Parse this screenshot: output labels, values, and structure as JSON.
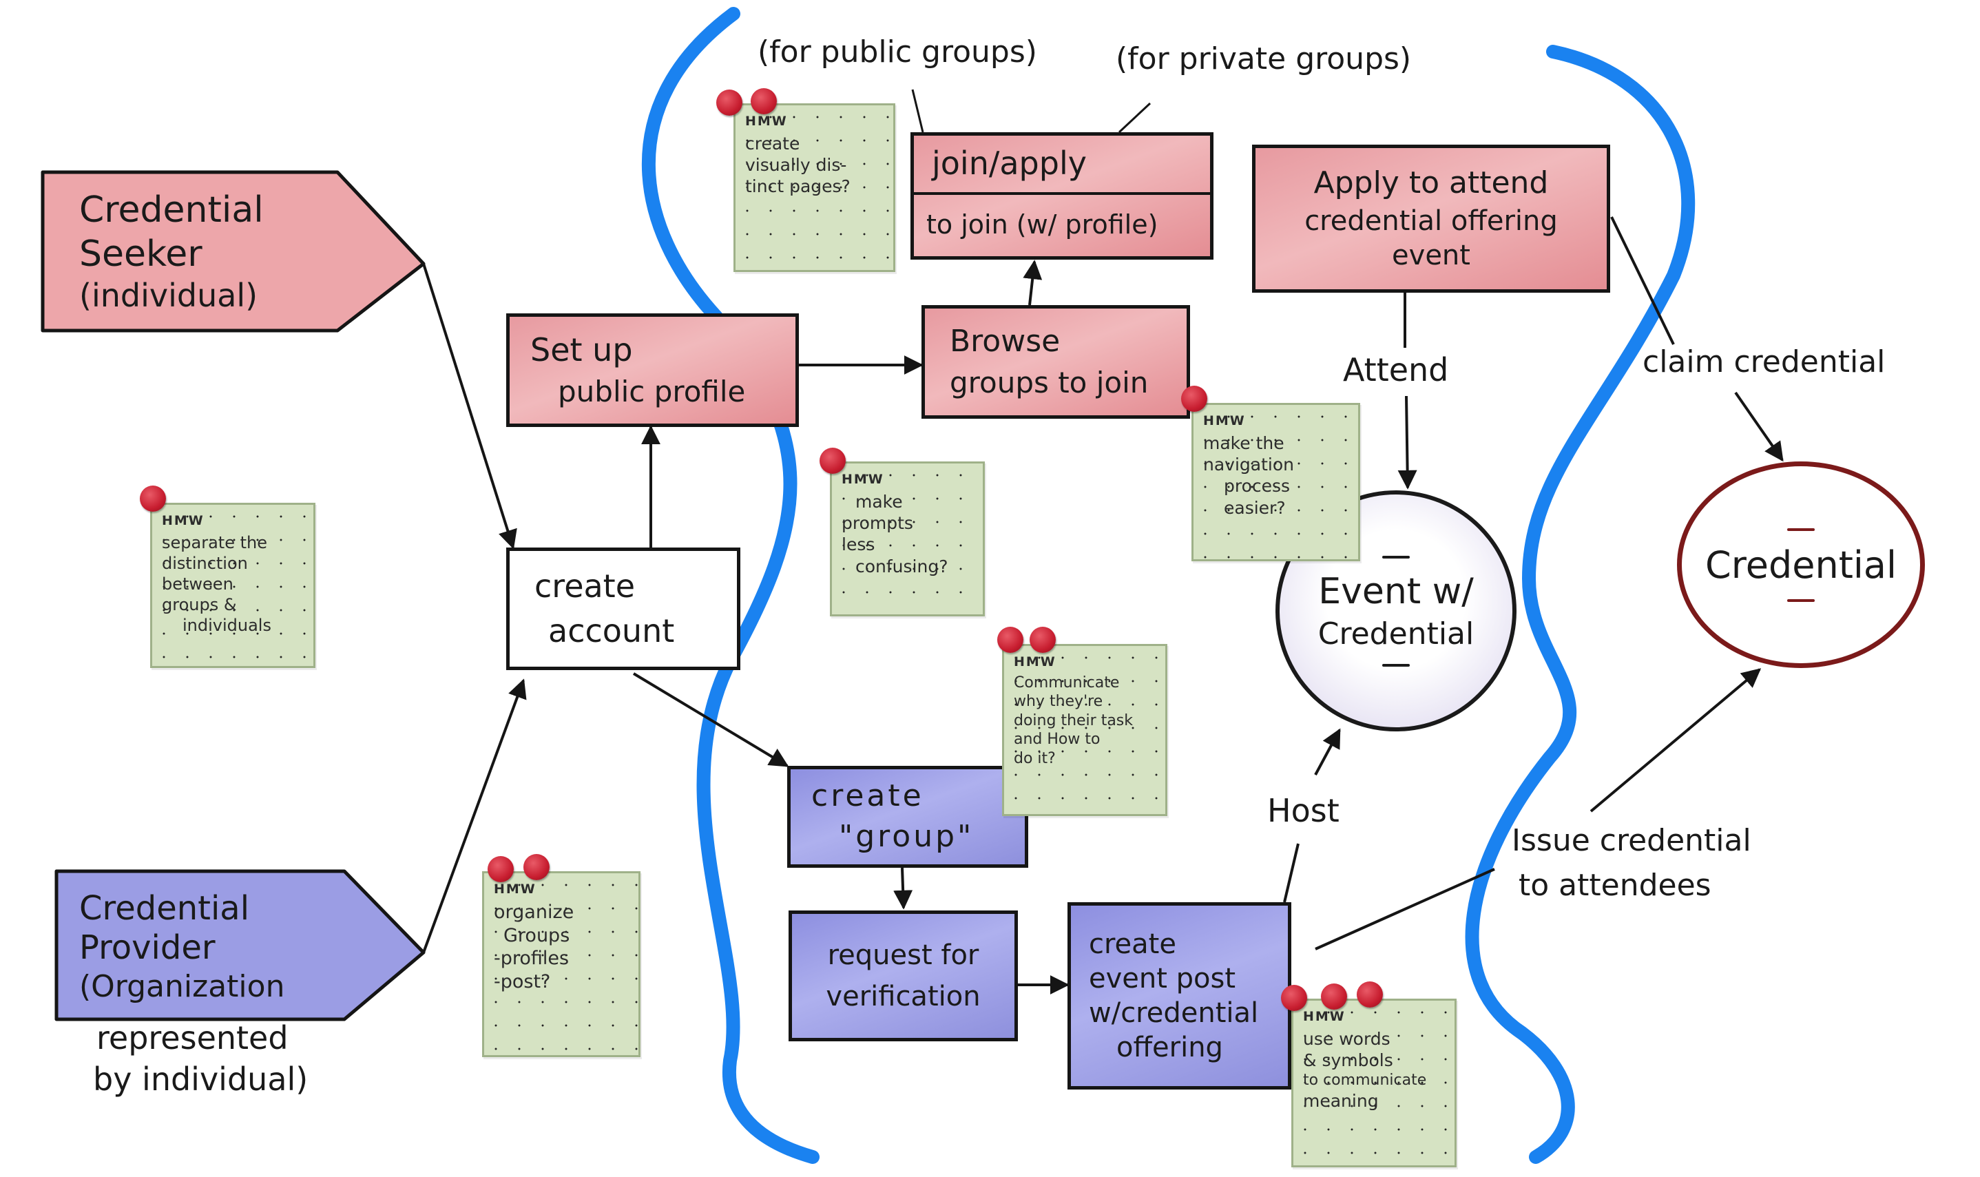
{
  "annotations": {
    "public_groups": "(for public groups)",
    "private_groups": "(for private groups)"
  },
  "actors": {
    "seeker": [
      "Credential",
      "Seeker",
      "(individual)"
    ],
    "provider": [
      "Credential",
      "Provider",
      "(Organization"
    ],
    "provider_caption": [
      "represented",
      "by individual)"
    ]
  },
  "steps": {
    "setup_profile": [
      "Set up",
      "public profile"
    ],
    "create_account": [
      "create",
      "account"
    ],
    "browse_groups": [
      "Browse",
      "groups to join"
    ],
    "join_apply_top": "join/apply",
    "join_apply_bottom": "to join (w/ profile)",
    "apply_attend": [
      "Apply to attend",
      "credential offering",
      "event"
    ],
    "create_group": [
      "create",
      "\"group\""
    ],
    "request_verification": [
      "request for",
      "verification"
    ],
    "create_event_post": [
      "create",
      "event post",
      "w/credential",
      "offering"
    ]
  },
  "entities": {
    "event": [
      "Event w/",
      "Credential"
    ],
    "credential": "Credential"
  },
  "edges": {
    "attend": "Attend",
    "claim": "claim credential",
    "host": "Host",
    "issue": [
      "Issue credential",
      "to attendees"
    ]
  },
  "notes": {
    "n1": {
      "head": "HMW",
      "lines": [
        "create",
        "visually dis-",
        "tinct pages?"
      ]
    },
    "n2": {
      "head": "HMW",
      "lines": [
        "separate the",
        "distinction",
        "between",
        "groups &",
        "individuals"
      ]
    },
    "n3": {
      "head": "HMW",
      "lines": [
        "make",
        "prompts",
        "less",
        "confusing?"
      ]
    },
    "n4": {
      "head": "HMW",
      "lines": [
        "make the",
        "navigation",
        "process",
        "easier?"
      ]
    },
    "n5": {
      "head": "HMW",
      "lines": [
        "Communicate",
        "why they're",
        "doing their task",
        "and How to",
        "do it?"
      ]
    },
    "n6": {
      "head": "HMW",
      "lines": [
        "organize",
        "Groups",
        "-profiles",
        "-post?"
      ]
    },
    "n7": {
      "head": "HMW",
      "lines": [
        "use words",
        "& symbols",
        "to communicate",
        "meaning"
      ]
    }
  },
  "colors": {
    "pink": "#e79aa0",
    "blue": "#8d8fe0",
    "note_green": "#d6e3c3",
    "divider_blue": "#1a82f0",
    "pin_red": "#c71d2f",
    "credential_ring": "#7b1a1a",
    "event_ring": "#1a1a1a"
  }
}
